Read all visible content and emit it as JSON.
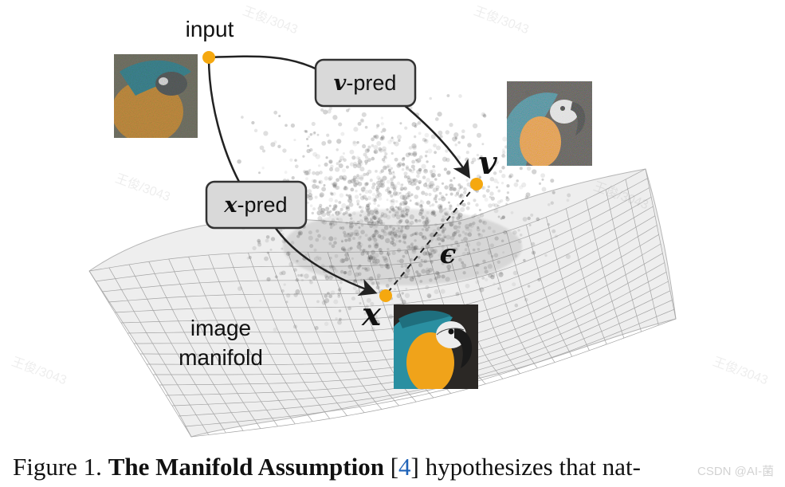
{
  "labels": {
    "input": "input",
    "v_pred_symbol": "v",
    "v_pred_suffix": "-pred",
    "x_pred_symbol": "x",
    "x_pred_suffix": "-pred",
    "v_point": "v",
    "x_point": "x",
    "epsilon": "ϵ",
    "manifold_line1": "image",
    "manifold_line2": "manifold"
  },
  "caption": {
    "prefix": "Figure 1.",
    "bold_title": "The Manifold Assumption",
    "ref_open": "[",
    "ref_num": "4",
    "ref_close": "]",
    "rest": "hypothesizes that nat-"
  },
  "watermarks": [
    "王俊/3043",
    "CSDN @AI-菌"
  ],
  "colors": {
    "point": "#f5a80f",
    "box_fill": "#d9d9d9",
    "box_stroke": "#333333",
    "arrow": "#222222",
    "manifold_fill": "#ececec",
    "manifold_grid": "#9a9a9a",
    "parrot_orange": "#f0a31a",
    "parrot_teal": "#2c8fa0"
  },
  "icons": {
    "noisy_image": "noisy-parrot-image",
    "v_image": "slightly-noisy-parrot-image",
    "clean_image": "clean-parrot-image"
  }
}
